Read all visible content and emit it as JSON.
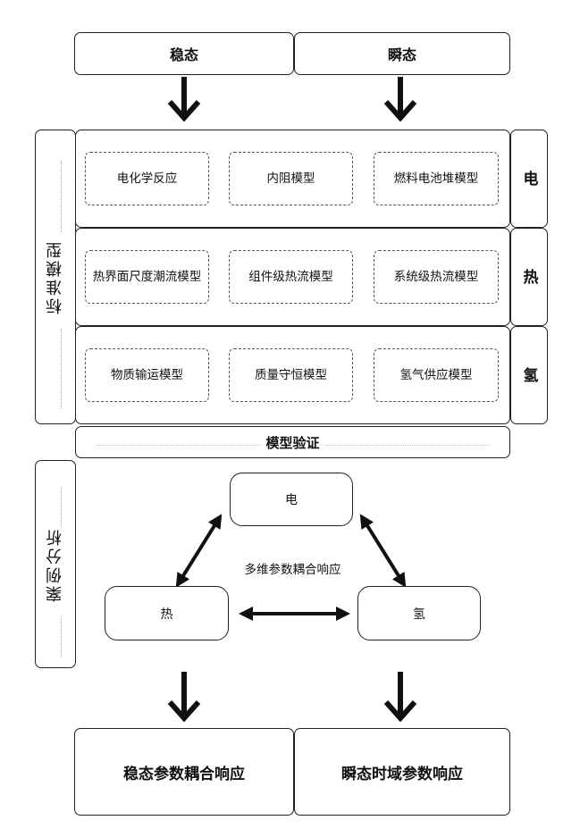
{
  "top": {
    "steady": "稳态",
    "transient": "瞬态"
  },
  "side_label_std": "标准模型",
  "rows": [
    {
      "label": "电",
      "items": [
        "电化学反应",
        "内阻模型",
        "燃料电池堆模型"
      ]
    },
    {
      "label": "热",
      "items": [
        "热界面尺度潮流模型",
        "组件级热流模型",
        "系统级热流模型"
      ]
    },
    {
      "label": "氢",
      "items": [
        "物质输运模型",
        "质量守恒模型",
        "氢气供应模型"
      ]
    }
  ],
  "validation": "模型验证",
  "side_label_case": "案例分析",
  "coupling": {
    "center": "多维参数耦合响应",
    "electric": "电",
    "heat": "热",
    "hydrogen": "氢"
  },
  "bottom": {
    "steady": "稳态参数耦合响应",
    "transient": "瞬态时域参数响应"
  }
}
